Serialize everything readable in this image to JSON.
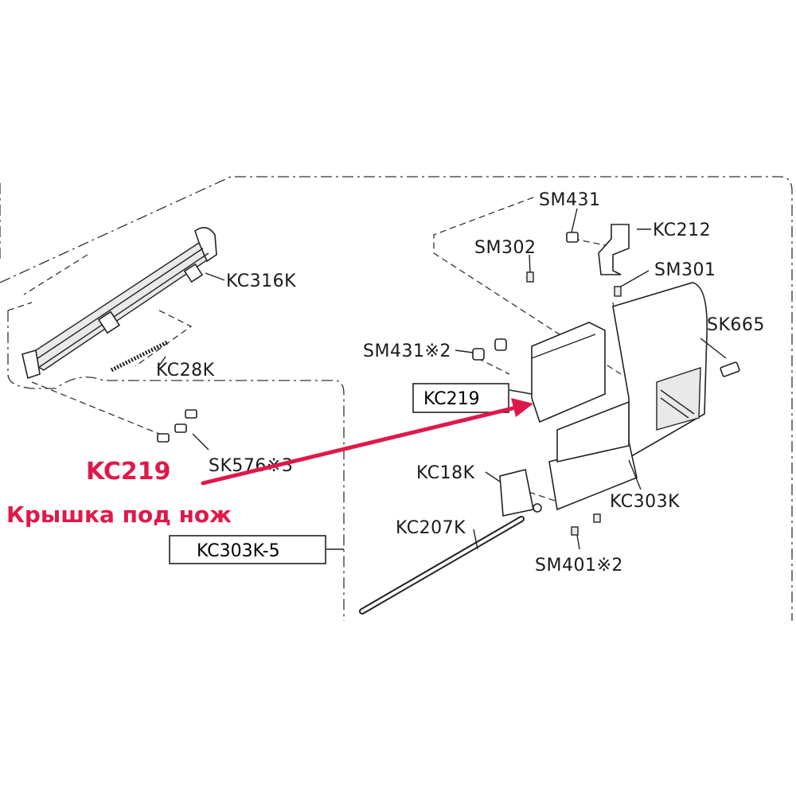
{
  "labels": {
    "sm431": "SM431",
    "kc212": "KC212",
    "sm302": "SM302",
    "sm301": "SM301",
    "kc316k": "KC316K",
    "sk665": "SK665",
    "sm431x2": "SM431※2",
    "kc28k": "KC28K",
    "kc219_box": "KC219",
    "sk576x3": "SK576※3",
    "kc18k": "KC18K",
    "kc303k": "KC303K",
    "kc207k": "KC207K",
    "kc303k5_box": "KC303K-5",
    "sm401x2": "SM401※2"
  },
  "annotation": {
    "code": "KC219",
    "description": "Крышка под нож",
    "color": "#e0184a"
  }
}
